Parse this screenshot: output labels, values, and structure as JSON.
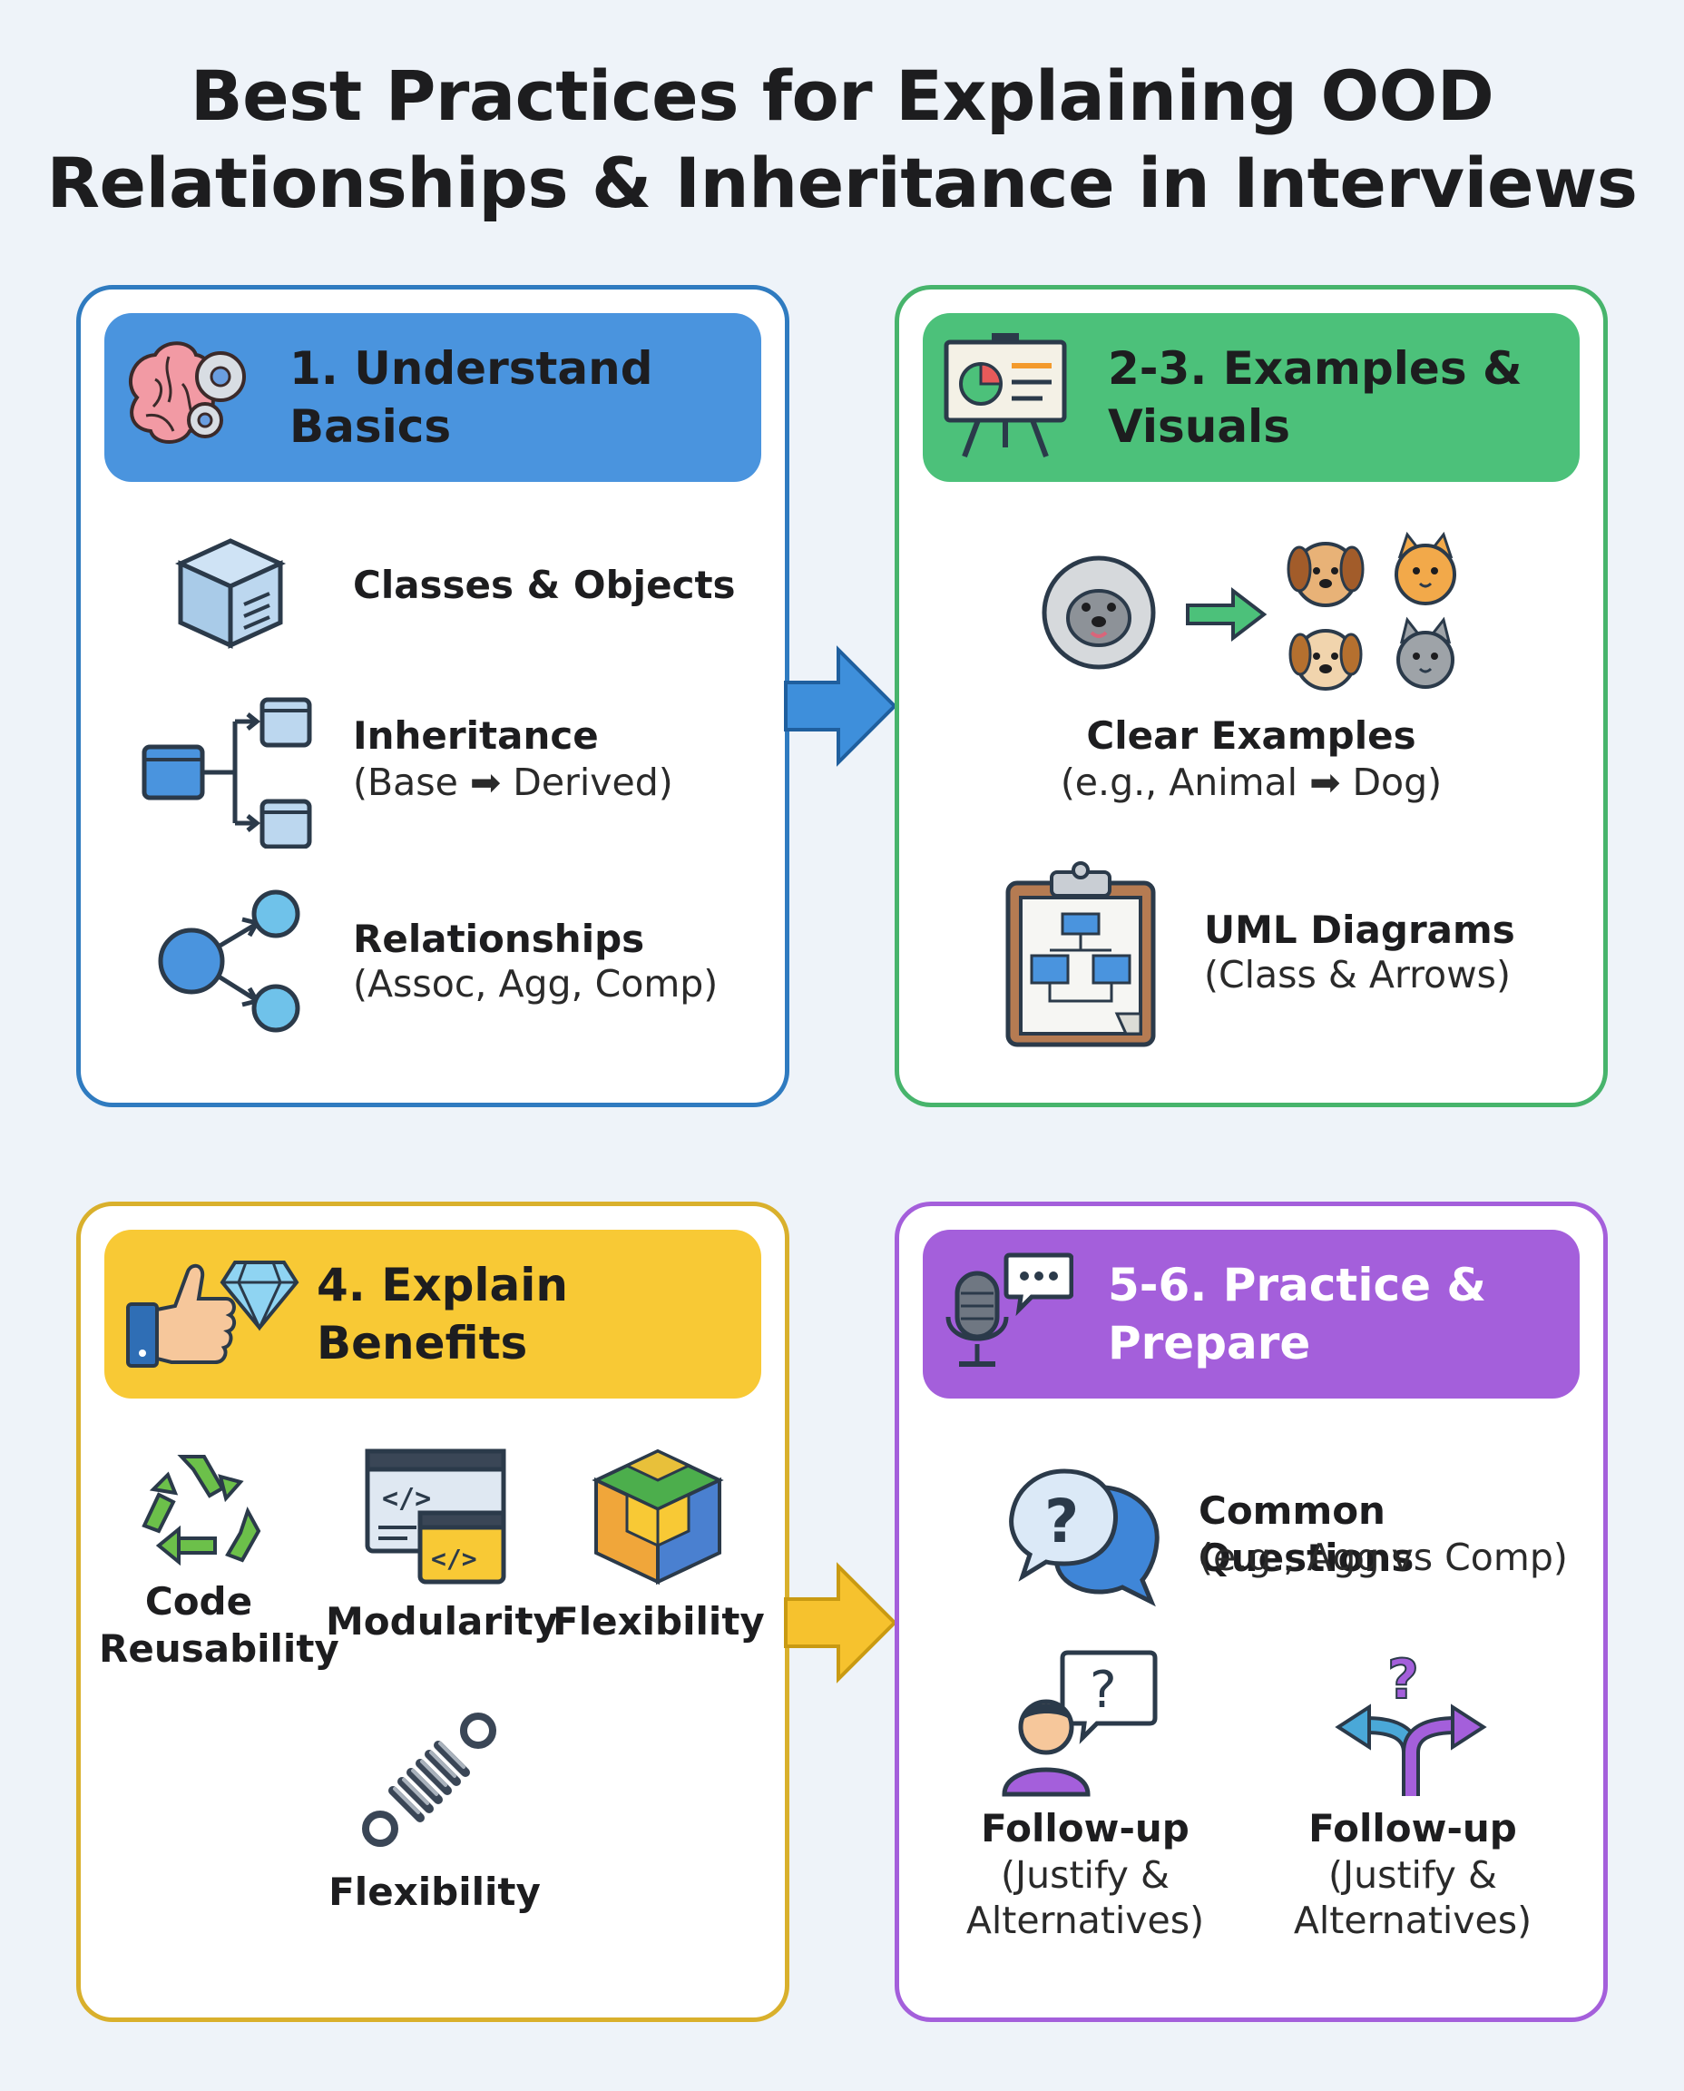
{
  "title_line1": "Best Practices for Explaining OOD",
  "title_line2": "Relationships & Inheritance in Interviews",
  "colors": {
    "blue": "#4a94de",
    "green": "#4cc17a",
    "yellow": "#f8c935",
    "purple": "#a45fdb"
  },
  "panels": {
    "basics": {
      "heading": "1. Understand Basics",
      "icon": "brain-gears-icon",
      "items": [
        {
          "title": "Classes & Objects",
          "icon": "box-icon"
        },
        {
          "title": "Inheritance",
          "detail": "(Base ➡ Derived)",
          "icon": "hierarchy-icon"
        },
        {
          "title": "Relationships",
          "detail": "(Assoc, Agg, Comp)",
          "icon": "nodes-icon"
        }
      ]
    },
    "visuals": {
      "heading_line1": "2-3. Examples &",
      "heading_line2": "Visuals",
      "icon": "presentation-board-icon",
      "examples": {
        "title": "Clear Examples",
        "detail": "(e.g., Animal ➡ Dog)"
      },
      "uml": {
        "title": "UML Diagrams",
        "detail": "(Class & Arrows)",
        "icon": "clipboard-uml-icon"
      }
    },
    "benefits": {
      "heading": "4. Explain Benefits",
      "icon": "thumbs-up-diamond-icon",
      "items": [
        {
          "line1": "Code",
          "line2": "Reusability",
          "icon": "recycle-icon"
        },
        {
          "line1": "Modularity",
          "icon": "code-windows-icon"
        },
        {
          "line1": "Flexibility",
          "icon": "puzzle-cube-icon"
        },
        {
          "line1": "Flexibility",
          "icon": "spring-icon"
        }
      ]
    },
    "practice": {
      "heading_line1": "5-6. Practice &",
      "heading_line2": "Prepare",
      "icon": "microphone-chat-icon",
      "questions": {
        "title": "Common Questions",
        "detail": "(e.g., Agg vs Comp)"
      },
      "followups": [
        {
          "title": "Follow-up",
          "detail1": "(Justify &",
          "detail2": "Alternatives)",
          "icon": "person-question-icon"
        },
        {
          "title": "Follow-up",
          "detail1": "(Justify &",
          "detail2": "Alternatives)",
          "icon": "fork-arrows-icon"
        }
      ]
    }
  }
}
